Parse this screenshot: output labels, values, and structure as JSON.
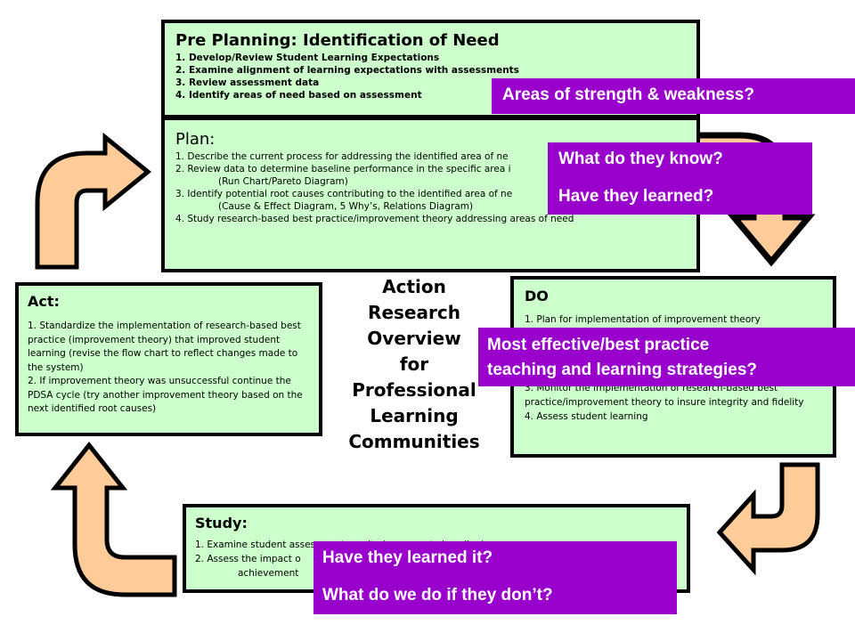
{
  "pre_planning": {
    "title": "Pre Planning:  Identification of Need",
    "items": [
      "1.  Develop/Review Student Learning Expectations",
      "2.  Examine alignment of learning expectations with assessments",
      "3.  Review assessment data",
      "4.  Identify areas of need based on assessment"
    ]
  },
  "plan": {
    "title": "Plan:",
    "items": [
      "1.  Describe the current process for addressing the identified area of ne",
      "2.  Review data to determine baseline performance in the specific area i",
      "(Run Chart/Pareto Diagram)",
      "3.  Identify potential root causes contributing to the identified area of ne",
      "(Cause & Effect Diagram, 5 Why’s, Relations Diagram)",
      "4.  Study research-based best practice/improvement theory addressing areas of need"
    ]
  },
  "act": {
    "title": "Act:",
    "items": [
      "1.   Standardize the implementation of research-based best practice (improvement theory) that improved student learning (revise the flow chart to reflect changes made to the system)",
      "2.  If improvement theory was unsuccessful continue the PDSA cycle (try another improvement theory based on the next identified root causes)"
    ]
  },
  "do": {
    "title": "DO",
    "items": [
      "1.  Plan for implementation  of improvement theory",
      "3.  Monitor the implementation  of research-based best practice/improvement theory to insure integrity and fidelity",
      "4.  Assess student learning"
    ]
  },
  "study": {
    "title": "Study:",
    "items": [
      "1.  Examine student assessment results (compare to baseline)",
      "2.  Assess the impact o",
      "achievement"
    ]
  },
  "center_label": [
    "Action",
    "Research",
    "Overview",
    "for",
    "Professional",
    "Learning",
    "Communities"
  ],
  "callouts": {
    "strength": [
      "Areas of strength & weakness?"
    ],
    "know": [
      "What do they know?",
      "Have they learned?"
    ],
    "best_practice": [
      "Most effective/best practice",
      "teaching and learning strategies?"
    ],
    "learned": [
      "Have they learned it?",
      "What do we do if they don’t?"
    ]
  },
  "colors": {
    "box_fill": "#ccffcc",
    "callout_fill": "#9900cc",
    "arrow_fill": "#ffcc99"
  }
}
